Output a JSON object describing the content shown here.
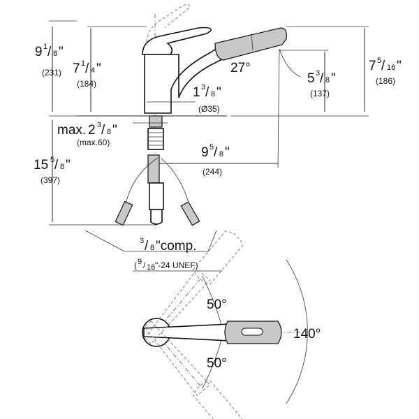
{
  "dimensions": {
    "total_height": {
      "whole": "9",
      "num": "1",
      "den": "8",
      "unit": "\"",
      "mm": "(231)"
    },
    "spout_height": {
      "whole": "7",
      "num": "1",
      "den": "4",
      "unit": "\"",
      "mm": "(184)"
    },
    "max_height": {
      "whole": "7",
      "num": "5",
      "den": "16",
      "unit": "\"",
      "mm": "(186)"
    },
    "outlet_height": {
      "whole": "5",
      "num": "3",
      "den": "8",
      "unit": "\"",
      "mm": "(137)"
    },
    "spout_angle": "27°",
    "hole_diameter": {
      "whole": "1",
      "num": "3",
      "den": "8",
      "unit": "\"",
      "mm": "(Ø35)"
    },
    "max_deck": {
      "prefix": "max.",
      "whole": "2",
      "num": "3",
      "den": "8",
      "unit": "\"",
      "mm": "(max.60)"
    },
    "reach": {
      "whole": "9",
      "num": "5",
      "den": "8",
      "unit": "\"",
      "mm": "(244)"
    },
    "hose_length": {
      "whole": "15",
      "num": "5",
      "den": "8",
      "unit": "\"",
      "mm": "(397)"
    },
    "connection": {
      "num": "3",
      "den": "8",
      "text": "\"comp.",
      "thread_open": "(",
      "thread_num": "9",
      "thread_den": "16",
      "thread_text": "\"-24 UNEF)"
    }
  },
  "rotation": {
    "upper_angle": "50°",
    "lower_angle": "50°",
    "total_angle": "140°"
  }
}
